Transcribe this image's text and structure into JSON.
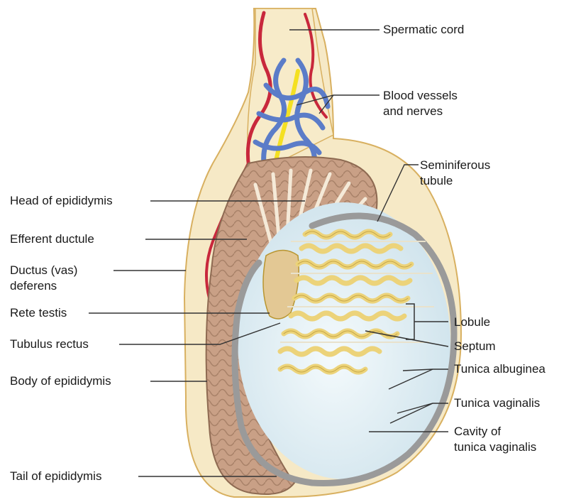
{
  "labels": {
    "spermatic_cord": "Spermatic cord",
    "blood_vessels_1": "Blood vessels",
    "blood_vessels_2": "and nerves",
    "seminiferous_1": "Seminiferous",
    "seminiferous_2": "tubule",
    "head_epididymis": "Head of epididymis",
    "efferent_ductule": "Efferent ductule",
    "ductus_1": "Ductus (vas)",
    "ductus_2": "deferens",
    "rete_testis": "Rete testis",
    "tubulus_rectus": "Tubulus rectus",
    "body_epididymis": "Body of epididymis",
    "tail_epididymis": "Tail of epididymis",
    "lobule": "Lobule",
    "septum": "Septum",
    "tunica_albuginea": "Tunica albuginea",
    "tunica_vaginalis": "Tunica vaginalis",
    "cavity_1": "Cavity of",
    "cavity_2": "tunica vaginalis"
  },
  "colors": {
    "sheath_fill": "#f6e9c6",
    "sheath_stroke": "#d8b060",
    "epididymis": "#c9a086",
    "epididymis_dark": "#8e6a52",
    "testis_fill": "#dfeef4",
    "tunica": "#9a9a9a",
    "tubule": "#ecd37a",
    "tubule_stroke": "#b89530",
    "artery": "#c8283c",
    "vein": "#5b7cc8",
    "nerve": "#f4e022",
    "leader": "#333333"
  }
}
